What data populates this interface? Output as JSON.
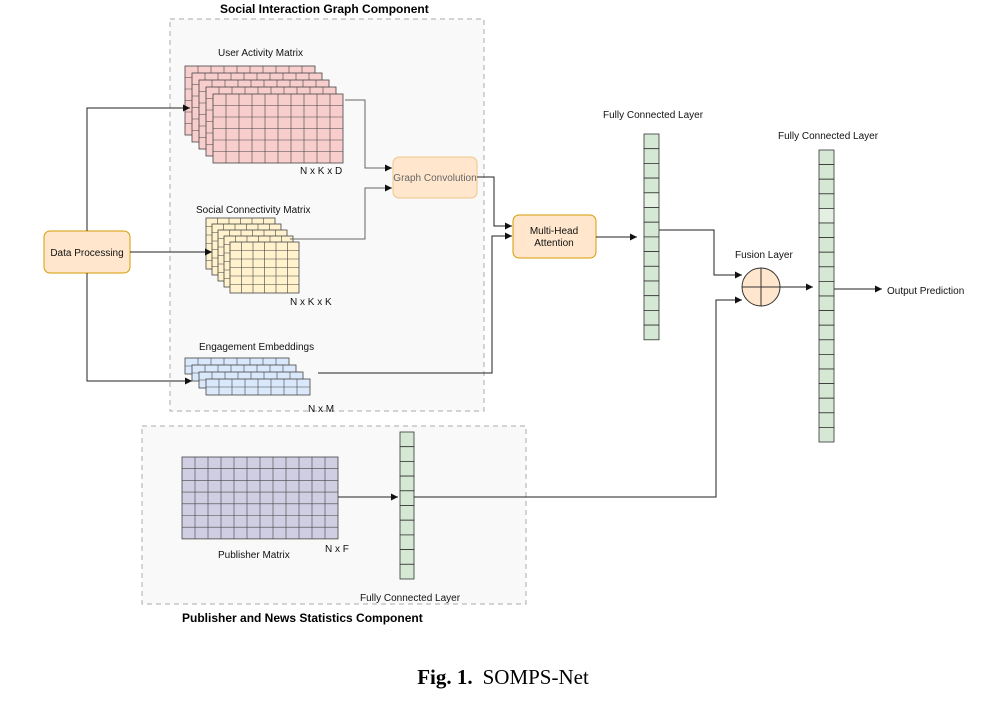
{
  "components": {
    "social_title": "Social Interaction Graph Component",
    "publisher_title": "Publisher and News Statistics Component"
  },
  "inputs": {
    "user_activity_label": "User Activity Matrix",
    "user_activity_dims": "N x K x D",
    "social_connectivity_label": "Social Connectivity Matrix",
    "social_connectivity_dims": "N x K x K",
    "engagement_label": "Engagement Embeddings",
    "engagement_dims": "N x M",
    "publisher_label": "Publisher Matrix",
    "publisher_dims": "N x F"
  },
  "nodes": {
    "data_processing": "Data Processing",
    "graph_convolution": "Graph Convolution",
    "attention_line1": "Multi-Head",
    "attention_line2": "Attention",
    "fc1_label": "Fully Connected Layer",
    "fc2_label": "Fully Connected Layer",
    "fc_publisher_label": "Fully Connected Layer",
    "fusion_label": "Fusion Layer",
    "output_label": "Output Prediction"
  },
  "caption": {
    "prefix": "Fig. 1.",
    "text": "SOMPS-Net"
  },
  "colors": {
    "user_activity_fill": "#f8cecc",
    "social_connectivity_fill": "#fff2cc",
    "engagement_fill": "#dae8fc",
    "publisher_fill": "#d0cee2",
    "fc_fill": "#d5e8d4",
    "node_fill": "#ffe6cc",
    "node_stroke": "#d79b00",
    "component_bg": "#f9f9f9",
    "component_border": "#aaaaaa"
  }
}
